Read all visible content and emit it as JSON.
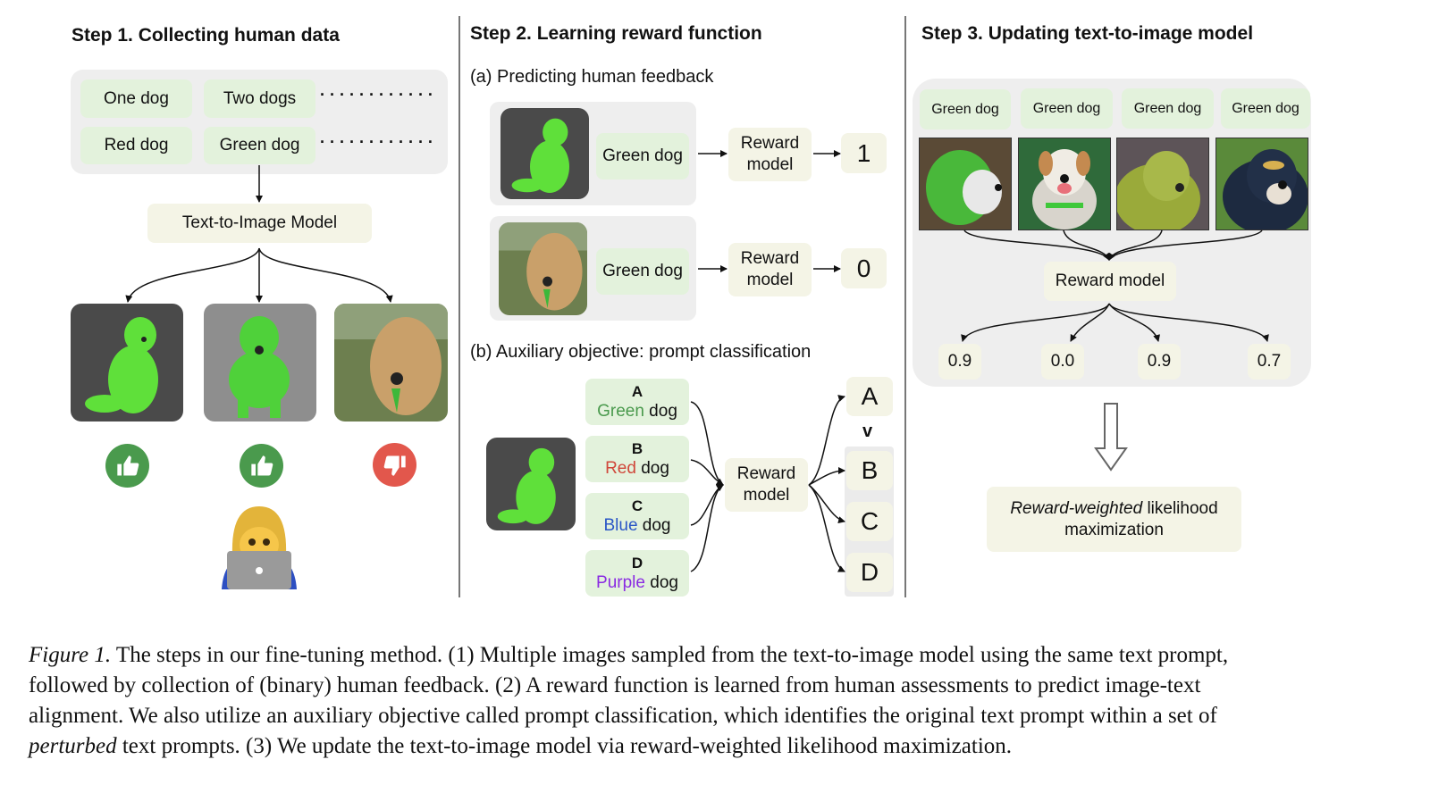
{
  "step1": {
    "title": "Step 1. Collecting human data",
    "prompts": [
      "One dog",
      "Two dogs",
      "Red dog",
      "Green dog"
    ],
    "ellipsis": "············",
    "model_label": "Text-to-Image Model",
    "images": [
      {
        "description": "green dog sitting",
        "feedback": "thumbs-up"
      },
      {
        "description": "green dog standing",
        "feedback": "thumbs-up"
      },
      {
        "description": "brown dog with green tongue",
        "feedback": "thumbs-down"
      }
    ],
    "colors": {
      "thumbs_up": "#4a9a4d",
      "thumbs_down": "#e2574c"
    },
    "annotator": "woman technologist with laptop"
  },
  "step2": {
    "title": "Step 2. Learning reward function",
    "part_a": {
      "title": "(a) Predicting human feedback",
      "rows": [
        {
          "prompt": "Green dog",
          "model": "Reward model",
          "output": "1"
        },
        {
          "prompt": "Green dog",
          "model": "Reward model",
          "output": "0"
        }
      ]
    },
    "part_b": {
      "title": "(b) Auxiliary objective: prompt classification",
      "options": [
        {
          "letter": "A",
          "color_word": "Green",
          "rest": " dog",
          "color": "#4a9a4d"
        },
        {
          "letter": "B",
          "color_word": "Red",
          "rest": " dog",
          "color": "#d0473a"
        },
        {
          "letter": "C",
          "color_word": "Blue",
          "rest": " dog",
          "color": "#2a56c6"
        },
        {
          "letter": "D",
          "color_word": "Purple",
          "rest": " dog",
          "color": "#8a2be2"
        }
      ],
      "model": "Reward model",
      "outputs": [
        "A",
        "B",
        "C",
        "D"
      ],
      "comparator": "v"
    }
  },
  "step3": {
    "title": "Step 3. Updating text-to-image model",
    "prompts": [
      "Green dog",
      "Green dog",
      "Green dog",
      "Green dog"
    ],
    "model": "Reward model",
    "scores": [
      "0.9",
      "0.0",
      "0.9",
      "0.7"
    ],
    "objective_italic": "Reward-weighted",
    "objective_rest": " likelihood maximization"
  },
  "caption": {
    "label": "Figure 1.",
    "line1": " The steps in our fine-tuning method. (1) Multiple images sampled from the text-to-image model using the same text prompt,",
    "line2": "followed by collection of (binary) human feedback. (2) A reward function is learned from human assessments to predict image-text",
    "line3": "alignment. We also utilize an auxiliary objective called prompt classification, which identifies the original text prompt within a set of",
    "line4_italic": "perturbed",
    "line4_rest": " text prompts. (3) We update the text-to-image model via reward-weighted likelihood maximization."
  }
}
